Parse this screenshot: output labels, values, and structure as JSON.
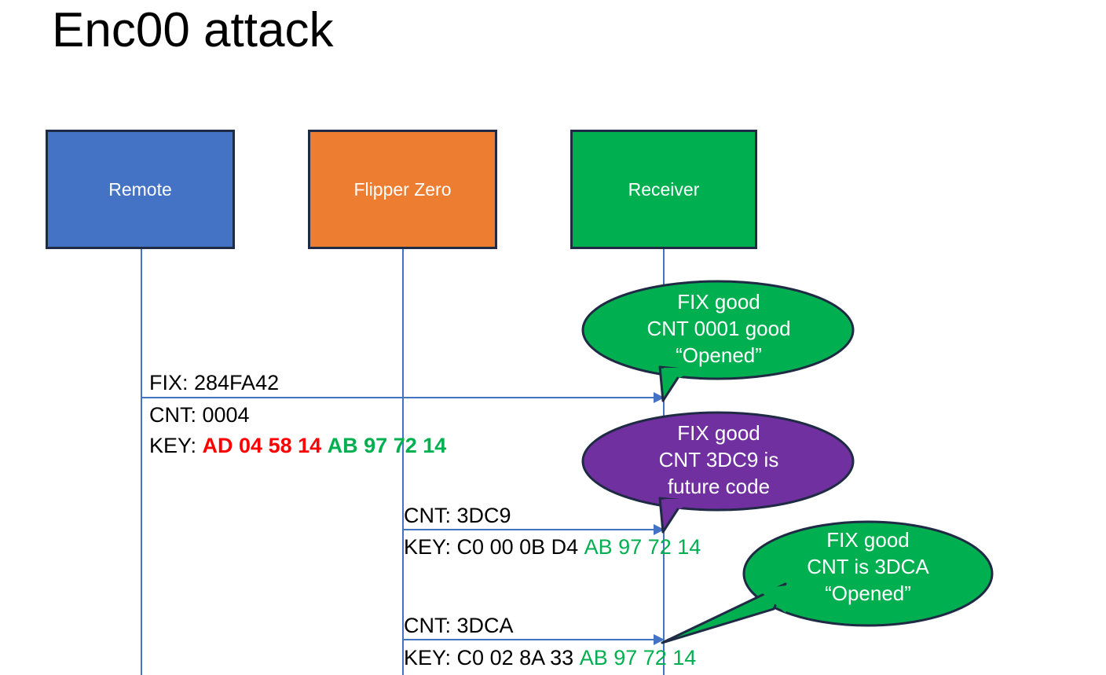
{
  "slide": {
    "title": "Enc00 attack",
    "background": "#FFFFFF"
  },
  "colors": {
    "remote_blue": "#4472C4",
    "flipper_orange": "#ED7D31",
    "receiver_green": "#00B050",
    "callout_purple": "#7030A0",
    "box_outline": "#1F2A44",
    "arrow_blue": "#4472C4",
    "hex_red": "#FF0000",
    "hex_green": "#00B050",
    "text_black": "#000000"
  },
  "actors": [
    {
      "id": "remote",
      "label": "Remote",
      "fill": "#4472C4"
    },
    {
      "id": "flipper",
      "label": "Flipper Zero",
      "fill": "#ED7D31"
    },
    {
      "id": "receiver",
      "label": "Receiver",
      "fill": "#00B050"
    }
  ],
  "messages": [
    {
      "id": "msg-1",
      "from": "remote",
      "to": "receiver",
      "lines": [
        {
          "text": "FIX: 284FA42"
        },
        {
          "text": "CNT: 0004"
        }
      ],
      "key_label": "KEY: ",
      "key_red": "AD 04 58 14",
      "key_green": "AB 97 72 14"
    },
    {
      "id": "msg-2",
      "from": "flipper",
      "to": "receiver",
      "lines": [
        {
          "text": "CNT: 3DC9"
        }
      ],
      "key_label": "KEY: ",
      "key_black": "C0 00 0B D4",
      "key_green": "AB 97 72 14"
    },
    {
      "id": "msg-3",
      "from": "flipper",
      "to": "receiver",
      "lines": [
        {
          "text": "CNT: 3DCA"
        }
      ],
      "key_label": "KEY: ",
      "key_black": "C0 02 8A 33",
      "key_green": "AB 97 72 14"
    }
  ],
  "callouts": [
    {
      "id": "callout-1",
      "fill": "#00B050",
      "lines": [
        "FIX good",
        "CNT 0001 good",
        "“Opened”"
      ]
    },
    {
      "id": "callout-2",
      "fill": "#7030A0",
      "lines": [
        "FIX good",
        "CNT 3DC9 is",
        "future code"
      ]
    },
    {
      "id": "callout-3",
      "fill": "#00B050",
      "lines": [
        "FIX good",
        "CNT is 3DCA",
        "“Opened”"
      ]
    }
  ]
}
